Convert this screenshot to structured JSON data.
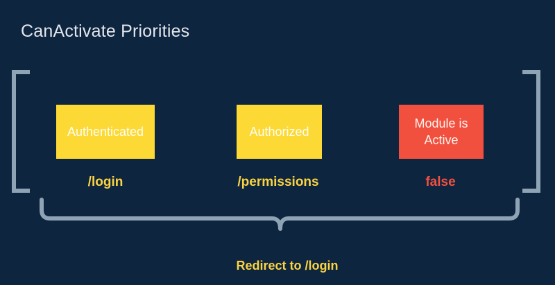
{
  "title": "CanActivate Priorities",
  "guards": [
    {
      "label": "Authenticated",
      "route": "/login",
      "color": "#fcd935"
    },
    {
      "label": "Authorized",
      "route": "/permissions",
      "color": "#fcd935"
    },
    {
      "label": "Module is Active",
      "route": "false",
      "color": "#f2503e"
    }
  ],
  "result": "Redirect to /login",
  "colors": {
    "background": "#0e2540",
    "bracket": "#8ea3b4",
    "yellow": "#fcd935",
    "red": "#f2503e"
  }
}
